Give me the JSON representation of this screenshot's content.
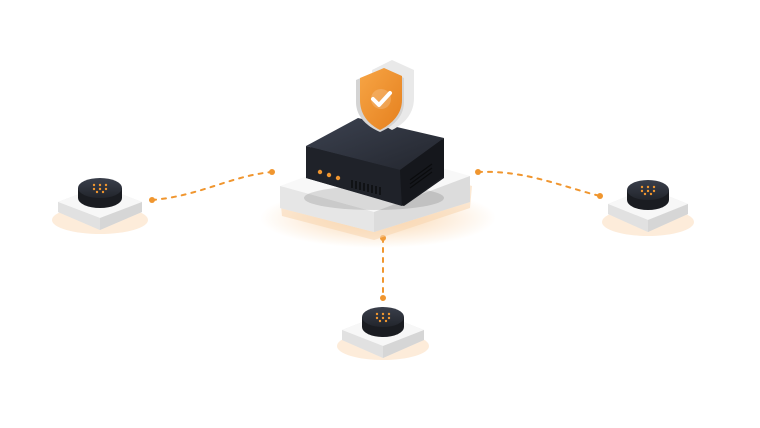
{
  "colors": {
    "accent": "#F0962F",
    "accent_light": "#FAD3A2",
    "device_dark": "#2B2F38",
    "platform": "#F4F4F4",
    "background": "#FFFFFF"
  },
  "icons": {
    "shield": "shield-check-icon",
    "hub": "network-hub-device",
    "sensor": "sensor-node-device"
  },
  "nodes": [
    {
      "role": "hub",
      "icon": "network-hub-device",
      "indicator_lights": 3
    },
    {
      "role": "sensor",
      "icon": "sensor-node-device",
      "position": "left"
    },
    {
      "role": "sensor",
      "icon": "sensor-node-device",
      "position": "right"
    },
    {
      "role": "sensor",
      "icon": "sensor-node-device",
      "position": "bottom"
    }
  ],
  "connections": [
    {
      "from": "hub",
      "to": "left",
      "style": "dashed"
    },
    {
      "from": "hub",
      "to": "right",
      "style": "dashed"
    },
    {
      "from": "hub",
      "to": "bottom",
      "style": "dashed"
    }
  ]
}
